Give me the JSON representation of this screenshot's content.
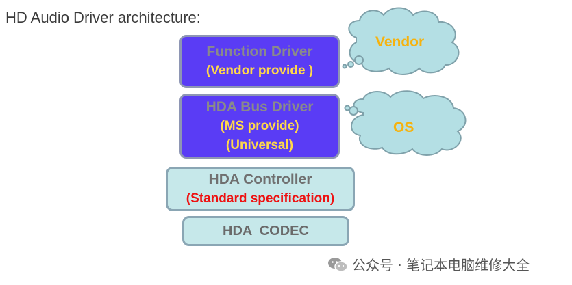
{
  "title": "HD Audio Driver architecture:",
  "layers": {
    "function_driver": {
      "name": "Function Driver",
      "note": "(Vendor provide )"
    },
    "bus_driver": {
      "name": "HDA Bus Driver",
      "note1": "(MS provide)",
      "note2": "(Universal)"
    },
    "controller": {
      "name": "HDA Controller",
      "note": "(Standard specification)"
    },
    "codec": {
      "name": "HDA  CODEC"
    }
  },
  "clouds": {
    "vendor": "Vendor",
    "os": "OS"
  },
  "watermark": {
    "text": "公众号 · 笔记本电脑维修大全",
    "icon": "wechat-icon"
  },
  "colors": {
    "purple_box": "#5a3cf5",
    "teal_box": "#c6e8ea",
    "yellow_text": "#ffd84a",
    "red_text": "#ee1111",
    "cloud_fill": "#b4dfe4",
    "cloud_text": "#f6b20e"
  }
}
